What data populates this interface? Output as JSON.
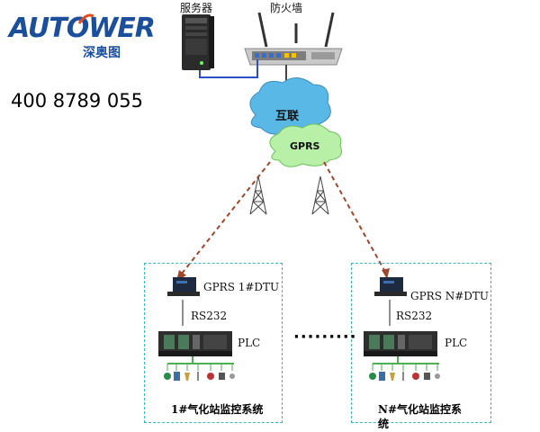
{
  "brand": {
    "logo_text": "AUTOWER",
    "logo_sub": "深奥图",
    "phone": "400 8789 055",
    "logo_color": "#1b4f9c"
  },
  "top_devices": {
    "server_label": "服务器",
    "firewall_label": "防火墙"
  },
  "clouds": {
    "internet_label": "互联",
    "gprs_label": "GPRS",
    "internet_color": "#5ab8e6",
    "gprs_color": "#b8f0a8"
  },
  "link_color": "#a0462a",
  "systems": [
    {
      "dtu_label": "GPRS 1#DTU",
      "rs232_label": "RS232",
      "plc_label": "PLC",
      "title": "1#气化站监控系统"
    },
    {
      "dtu_label": "GPRS N#DTU",
      "rs232_label": "RS232",
      "plc_label": "PLC",
      "title": "N#气化站监控系统",
      "title_line1": "N#气化站监控系",
      "title_line2": "统"
    }
  ],
  "separator": "·········",
  "box_border_color": "#3bb8c8"
}
